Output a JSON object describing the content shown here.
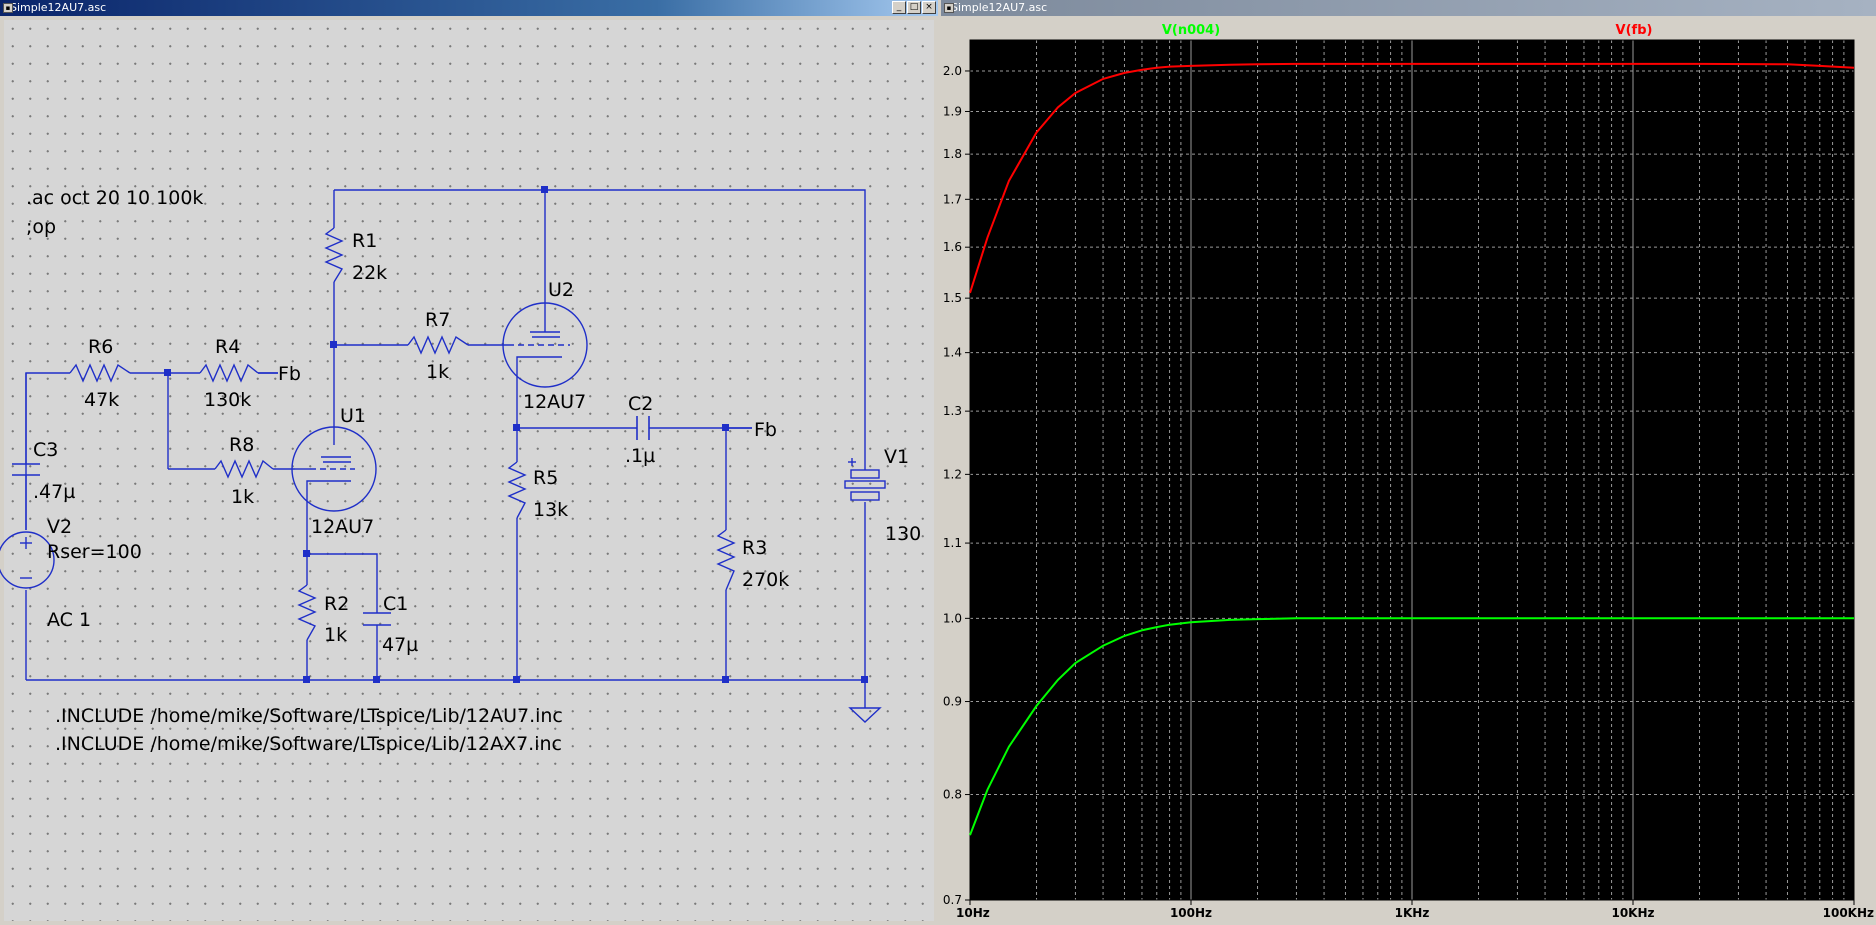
{
  "windows": {
    "schematic": {
      "title": "Simple12AU7.asc"
    },
    "plot": {
      "title": "Simple12AU7.asc"
    }
  },
  "title_buttons": {
    "minimize": "_",
    "maximize": "□",
    "close": "×"
  },
  "directives": {
    "ac": ".ac oct 20 10 100k",
    "op": ";op",
    "include1": ".INCLUDE /home/mike/Software/LTspice/Lib/12AU7.inc",
    "include2": ".INCLUDE /home/mike/Software/LTspice/Lib/12AX7.inc"
  },
  "components": {
    "R1": {
      "name": "R1",
      "value": "22k"
    },
    "R2": {
      "name": "R2",
      "value": "1k"
    },
    "R3": {
      "name": "R3",
      "value": "270k"
    },
    "R4": {
      "name": "R4",
      "value": "130k"
    },
    "R5": {
      "name": "R5",
      "value": "13k"
    },
    "R6": {
      "name": "R6",
      "value": "47k"
    },
    "R7": {
      "name": "R7",
      "value": "1k"
    },
    "R8": {
      "name": "R8",
      "value": "1k"
    },
    "C1": {
      "name": "C1",
      "value": "47µ"
    },
    "C2": {
      "name": "C2",
      "value": ".1µ"
    },
    "C3": {
      "name": "C3",
      "value": ".47µ"
    },
    "U1": {
      "name": "U1",
      "model": "12AU7"
    },
    "U2": {
      "name": "U2",
      "model": "12AU7"
    },
    "V1": {
      "name": "V1",
      "value": "130"
    },
    "V2": {
      "name": "V2",
      "rser": "Rser=100",
      "ac": "AC 1"
    }
  },
  "net_labels": {
    "fb1": "Fb",
    "fb2": "Fb"
  },
  "colors": {
    "wire": "#1f2fc8",
    "trace_green": "#00ff00",
    "trace_red": "#ff0000",
    "plot_bg": "#000000",
    "grid": "#9a9a9a"
  },
  "chart_data": {
    "type": "line",
    "title": "",
    "xlabel": "",
    "ylabel": "",
    "x_scale": "log",
    "y_scale": "log",
    "xlim": [
      10,
      100000
    ],
    "ylim": [
      0.7,
      2.08
    ],
    "grid": true,
    "legend": "top",
    "x_tick_labels": [
      "10Hz",
      "100Hz",
      "1KHz",
      "10KHz",
      "100KHz"
    ],
    "y_tick_labels": [
      "0.7",
      "0.8",
      "0.9",
      "1.0",
      "1.1",
      "1.2",
      "1.3",
      "1.4",
      "1.5",
      "1.6",
      "1.7",
      "1.8",
      "1.9",
      "2.0"
    ],
    "y_ticks": [
      0.7,
      0.8,
      0.9,
      1.0,
      1.1,
      1.2,
      1.3,
      1.4,
      1.5,
      1.6,
      1.7,
      1.8,
      1.9,
      2.0
    ],
    "x": [
      10,
      12,
      15,
      20,
      25,
      30,
      40,
      50,
      60,
      70,
      80,
      100,
      150,
      200,
      300,
      500,
      1000,
      2000,
      5000,
      10000,
      20000,
      50000,
      70000,
      100000
    ],
    "series": [
      {
        "name": "V(n004)",
        "color": "#00ff00",
        "values": [
          0.76,
          0.805,
          0.85,
          0.895,
          0.925,
          0.945,
          0.966,
          0.978,
          0.985,
          0.989,
          0.992,
          0.995,
          0.998,
          0.999,
          1.0,
          1.0,
          1.0,
          1.0,
          1.0,
          1.0,
          1.0,
          1.0,
          1.0,
          1.0
        ]
      },
      {
        "name": "V(fb)",
        "color": "#ff0000",
        "values": [
          1.51,
          1.62,
          1.74,
          1.85,
          1.91,
          1.945,
          1.98,
          1.995,
          2.003,
          2.008,
          2.011,
          2.013,
          2.016,
          2.017,
          2.018,
          2.018,
          2.018,
          2.018,
          2.018,
          2.018,
          2.018,
          2.017,
          2.013,
          2.008
        ]
      }
    ]
  }
}
